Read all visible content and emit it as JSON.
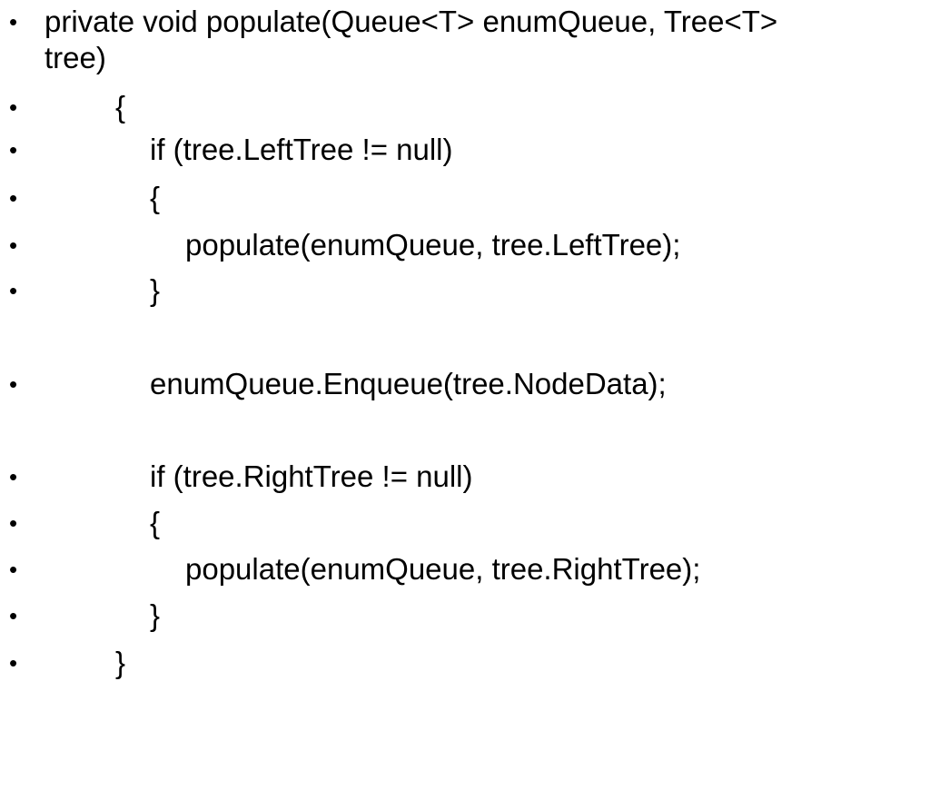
{
  "bullet_glyph": "•",
  "lines": [
    {
      "text": "private void populate(Queue<T> enumQueue, Tree<T>",
      "continuation": "tree)"
    },
    {
      "text": "{"
    },
    {
      "text": "if (tree.LeftTree != null)"
    },
    {
      "text": "{"
    },
    {
      "text": "populate(enumQueue, tree.LeftTree);"
    },
    {
      "text": "}"
    },
    {
      "text": "enumQueue.Enqueue(tree.NodeData);"
    },
    {
      "text": "if (tree.RightTree != null)"
    },
    {
      "text": "{"
    },
    {
      "text": "populate(enumQueue, tree.RightTree);"
    },
    {
      "text": "}"
    },
    {
      "text": "}"
    }
  ]
}
